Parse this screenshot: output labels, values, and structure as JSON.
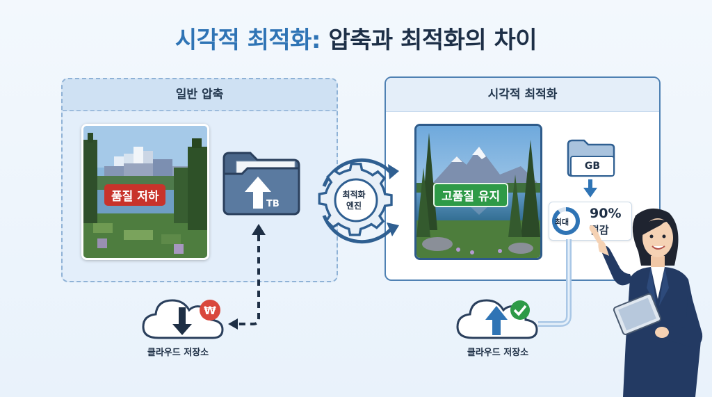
{
  "title": {
    "part1": "시각적 최적화:",
    "part2": "압축과 최적화의 차이"
  },
  "left_panel": {
    "header": "일반 압축",
    "image_badge": "품질 저하",
    "file_size_label": "TB",
    "storage": {
      "label": "클라우드 저장소",
      "cost_symbol": "₩"
    }
  },
  "engine": {
    "line1": "최적화",
    "line2": "엔진"
  },
  "right_panel": {
    "header": "시각적 최적화",
    "image_badge": "고품질 유지",
    "file_size_label": "GB",
    "savings": {
      "prefix": "최대",
      "percent": "90%",
      "label": "절감",
      "ring_fraction": 0.9
    },
    "storage": {
      "label": "클라우드 저장소",
      "status": "check"
    }
  },
  "icons": [
    "folder-icon",
    "up-arrow-icon",
    "down-arrow-icon",
    "cloud-icon",
    "won-coin-icon",
    "check-icon",
    "gear-icon",
    "pointing-businesswoman-illustration",
    "tablet-icon"
  ],
  "colors": {
    "title_accent": "#2f74b5",
    "title_dark": "#1d2f47",
    "navy": "#2f5f91",
    "bad_badge": "#c8332b",
    "good_badge": "#2e9a47",
    "won_coin": "#d9473c",
    "check": "#2e9a47"
  }
}
